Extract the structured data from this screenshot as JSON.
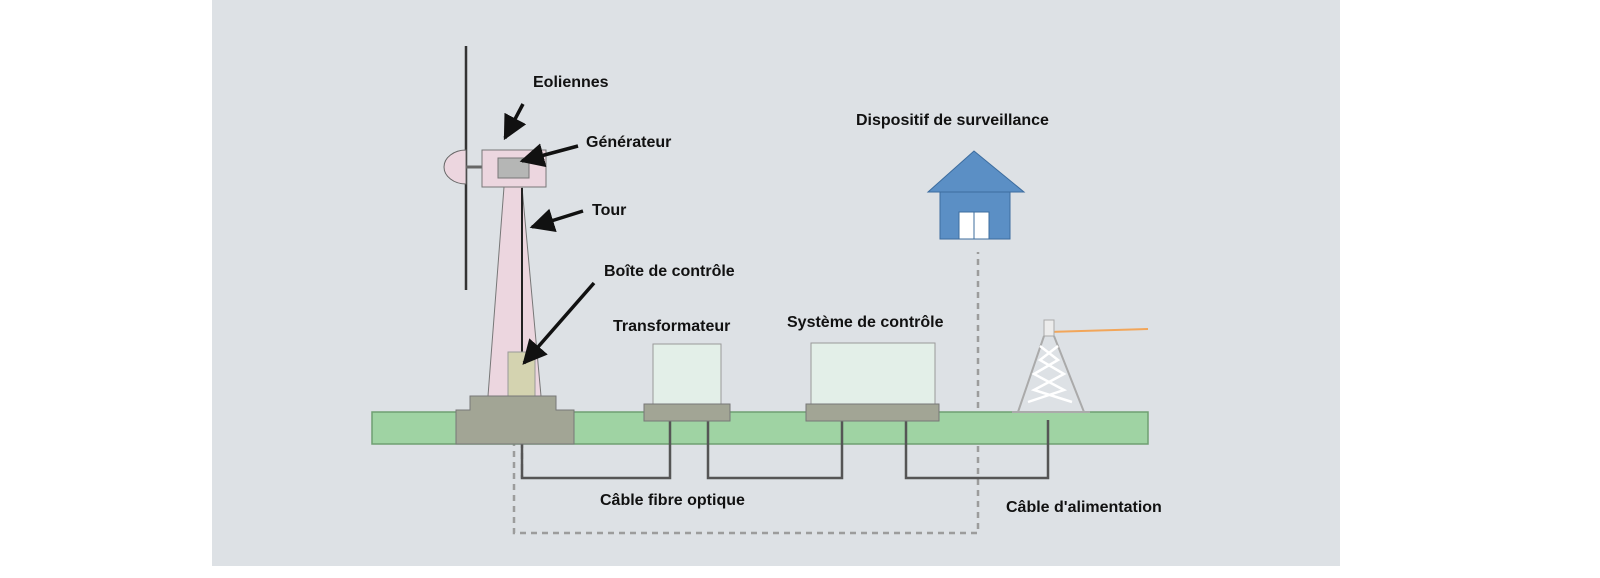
{
  "labels": {
    "eoliennes": "Eoliennes",
    "generateur": "Générateur",
    "tour": "Tour",
    "boite_controle": "Boîte de contrôle",
    "transformateur": "Transformateur",
    "systeme_controle": "Système de contrôle",
    "dispositif_surveillance": "Dispositif de surveillance",
    "cable_fibre": "Câble fibre optique",
    "cable_alimentation": "Câble d'alimentation"
  },
  "colors": {
    "panel_background": "#dde1e5",
    "ground": "#9fd3a3",
    "foundation": "#a2a595",
    "tower": "#ecd6df",
    "house": "#5b8fc5",
    "box_fill": "#e3efe8",
    "power_line": "#f2a65a",
    "cable": "#555555",
    "fiber_dashed": "#999999"
  }
}
